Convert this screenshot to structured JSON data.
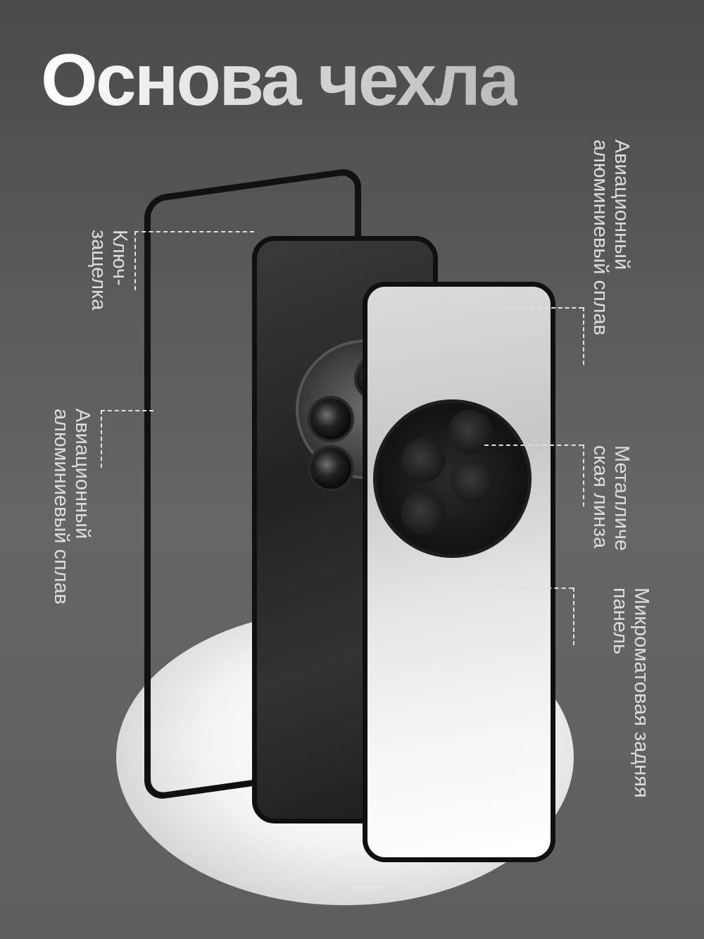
{
  "title": "Основа чехла",
  "labels": {
    "top_right": "Авиационный алюминиевый сплав",
    "top_left": "Ключ- защелка",
    "middle_left": "Авиационный алюминиевый сплав",
    "middle_right": "Металличе ская линза",
    "bottom_right": "Микроматовая задняя панель"
  },
  "colors": {
    "background": "#555555",
    "text": "#dcdcdc",
    "frame": "#111111"
  }
}
